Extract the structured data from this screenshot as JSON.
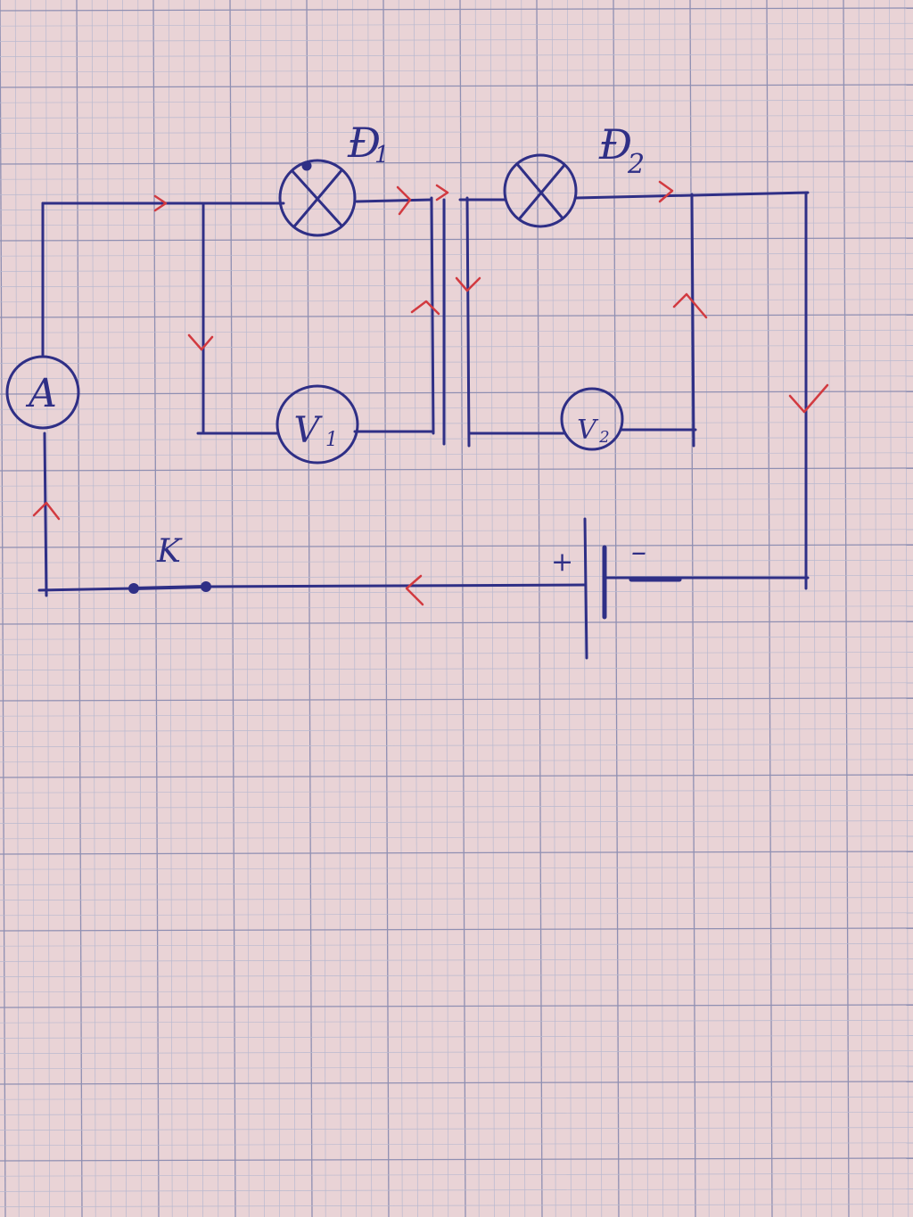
{
  "colors": {
    "paper": "#e9d3d6",
    "grid_minor": "#b9b9cf",
    "grid_major": "#8f8fb2",
    "ink": "#2f2f86",
    "arrow_ink": "#d23a40"
  },
  "labels": {
    "lamp1": "Đ",
    "lamp1_sub": "1",
    "lamp2": "Đ",
    "lamp2_sub": "2",
    "ammeter": "A",
    "voltmeter1": "V",
    "voltmeter1_sub": "1",
    "voltmeter2": "V",
    "voltmeter2_sub": "2",
    "switch": "K",
    "battery_plus": "+",
    "battery_minus": "–"
  },
  "icons": {
    "lamp": "lamp-cross-icon",
    "ammeter": "ammeter-circle-icon",
    "voltmeter": "voltmeter-circle-icon",
    "battery": "battery-cell-icon",
    "switch": "switch-contacts-icon",
    "current_arrow": "current-arrow-icon"
  }
}
